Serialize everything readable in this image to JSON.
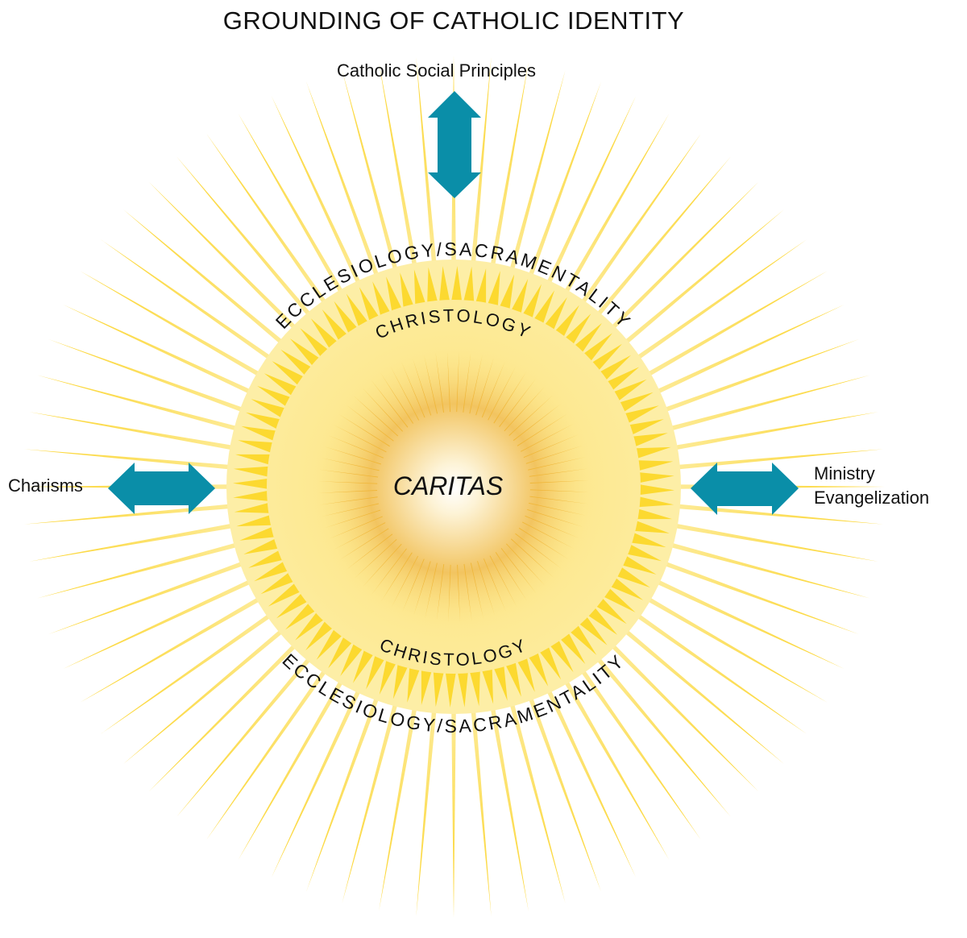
{
  "title": "GROUNDING OF CATHOLIC IDENTITY",
  "center": {
    "label": "CARITAS"
  },
  "rings": {
    "inner": {
      "top_label": "CHRISTOLOGY",
      "bottom_label": "CHRISTOLOGY"
    },
    "outer": {
      "top_label": "ECCLESIOLOGY/SACRAMENTALITY",
      "bottom_label": "ECCLESIOLOGY/SACRAMENTALITY"
    }
  },
  "connections": [
    {
      "id": "top",
      "label": "Catholic Social Principles",
      "direction": "vertical",
      "icon": "double-arrow-vertical-icon"
    },
    {
      "id": "left",
      "label": "Charisms",
      "direction": "horizontal",
      "icon": "double-arrow-horizontal-icon"
    },
    {
      "id": "right",
      "label_lines": [
        "Ministry",
        "Evangelization"
      ],
      "direction": "horizontal",
      "icon": "double-arrow-horizontal-icon"
    }
  ],
  "colors": {
    "arrow": "#0a8ea8",
    "ray_tip": "#fcd42a",
    "ray_base": "#fdeea6",
    "disk": "#fdeb9a",
    "spike": "#fcd930",
    "spoke": "#f0b73a",
    "core_outer": "#f2c460",
    "core_inner": "#ffffff",
    "text": "#111111"
  },
  "rays": {
    "outer_count": 72,
    "spike_count": 96,
    "spoke_count": 72
  }
}
